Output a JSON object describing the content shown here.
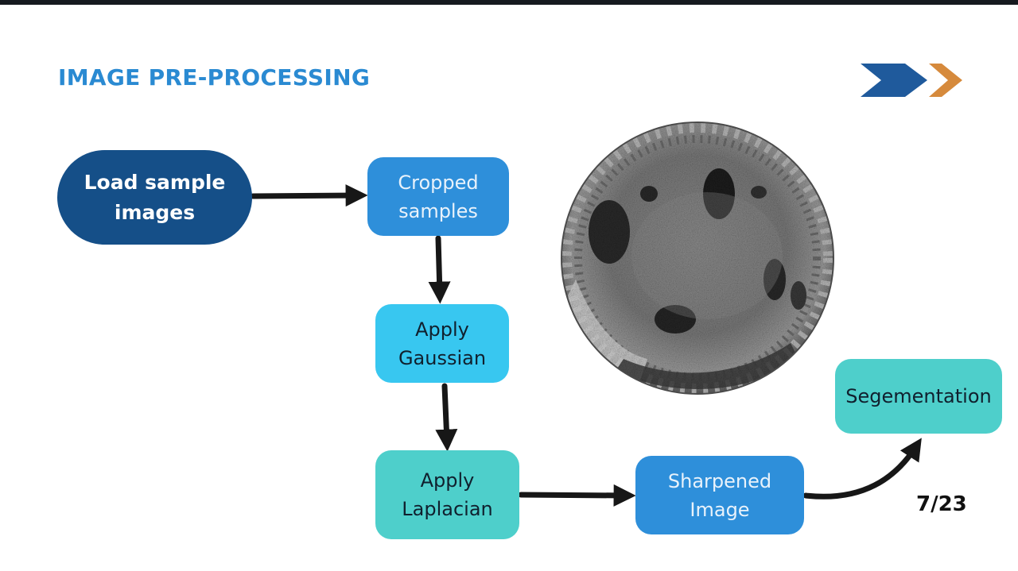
{
  "slide": {
    "title": "IMAGE PRE-PROCESSING",
    "page_number": "7/23"
  },
  "colors": {
    "title": "#2a8ad2",
    "chevron_blue": "#1f5a9c",
    "chevron_orange": "#d68a3c",
    "arrow": "#171717",
    "node_text_dark": "#10202e",
    "node_text_light": "#eef6fc"
  },
  "flow": {
    "nodes": [
      {
        "id": "load",
        "label": "Load sample\nimages",
        "fill": "#154f88",
        "text_color": "#ffffff"
      },
      {
        "id": "crop",
        "label": "Cropped\nsamples",
        "fill": "#2e8fda",
        "text_color": "#e8f2fb"
      },
      {
        "id": "gaussian",
        "label": "Apply\nGaussian",
        "fill": "#38c7f0",
        "text_color": "#10202e"
      },
      {
        "id": "laplacian",
        "label": "Apply\nLaplacian",
        "fill": "#4ecfcb",
        "text_color": "#10202e"
      },
      {
        "id": "sharpened",
        "label": "Sharpened\nImage",
        "fill": "#2e8fda",
        "text_color": "#e8f2fb"
      },
      {
        "id": "segmentation",
        "label": "Segementation",
        "fill": "#4ecfcb",
        "text_color": "#10202e"
      }
    ],
    "edges": [
      {
        "from": "load",
        "to": "crop"
      },
      {
        "from": "crop",
        "to": "gaussian"
      },
      {
        "from": "gaussian",
        "to": "laplacian"
      },
      {
        "from": "laplacian",
        "to": "sharpened"
      },
      {
        "from": "sharpened",
        "to": "segmentation"
      }
    ]
  },
  "image": {
    "description_icon": "petri-dish-grayscale-sample"
  }
}
